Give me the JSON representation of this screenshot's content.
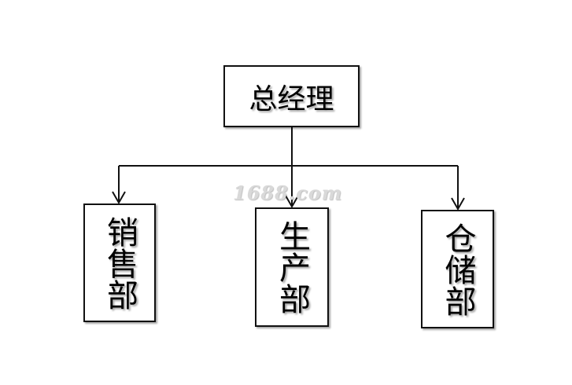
{
  "diagram": {
    "root": {
      "label": "总经理"
    },
    "children": [
      {
        "label": "销售部"
      },
      {
        "label": "生产部"
      },
      {
        "label": "仓储部"
      }
    ]
  },
  "watermark": "1688.com",
  "colors": {
    "line": "#111111",
    "box_border": "#111111",
    "background": "#ffffff",
    "watermark": "#d9d9d9"
  }
}
